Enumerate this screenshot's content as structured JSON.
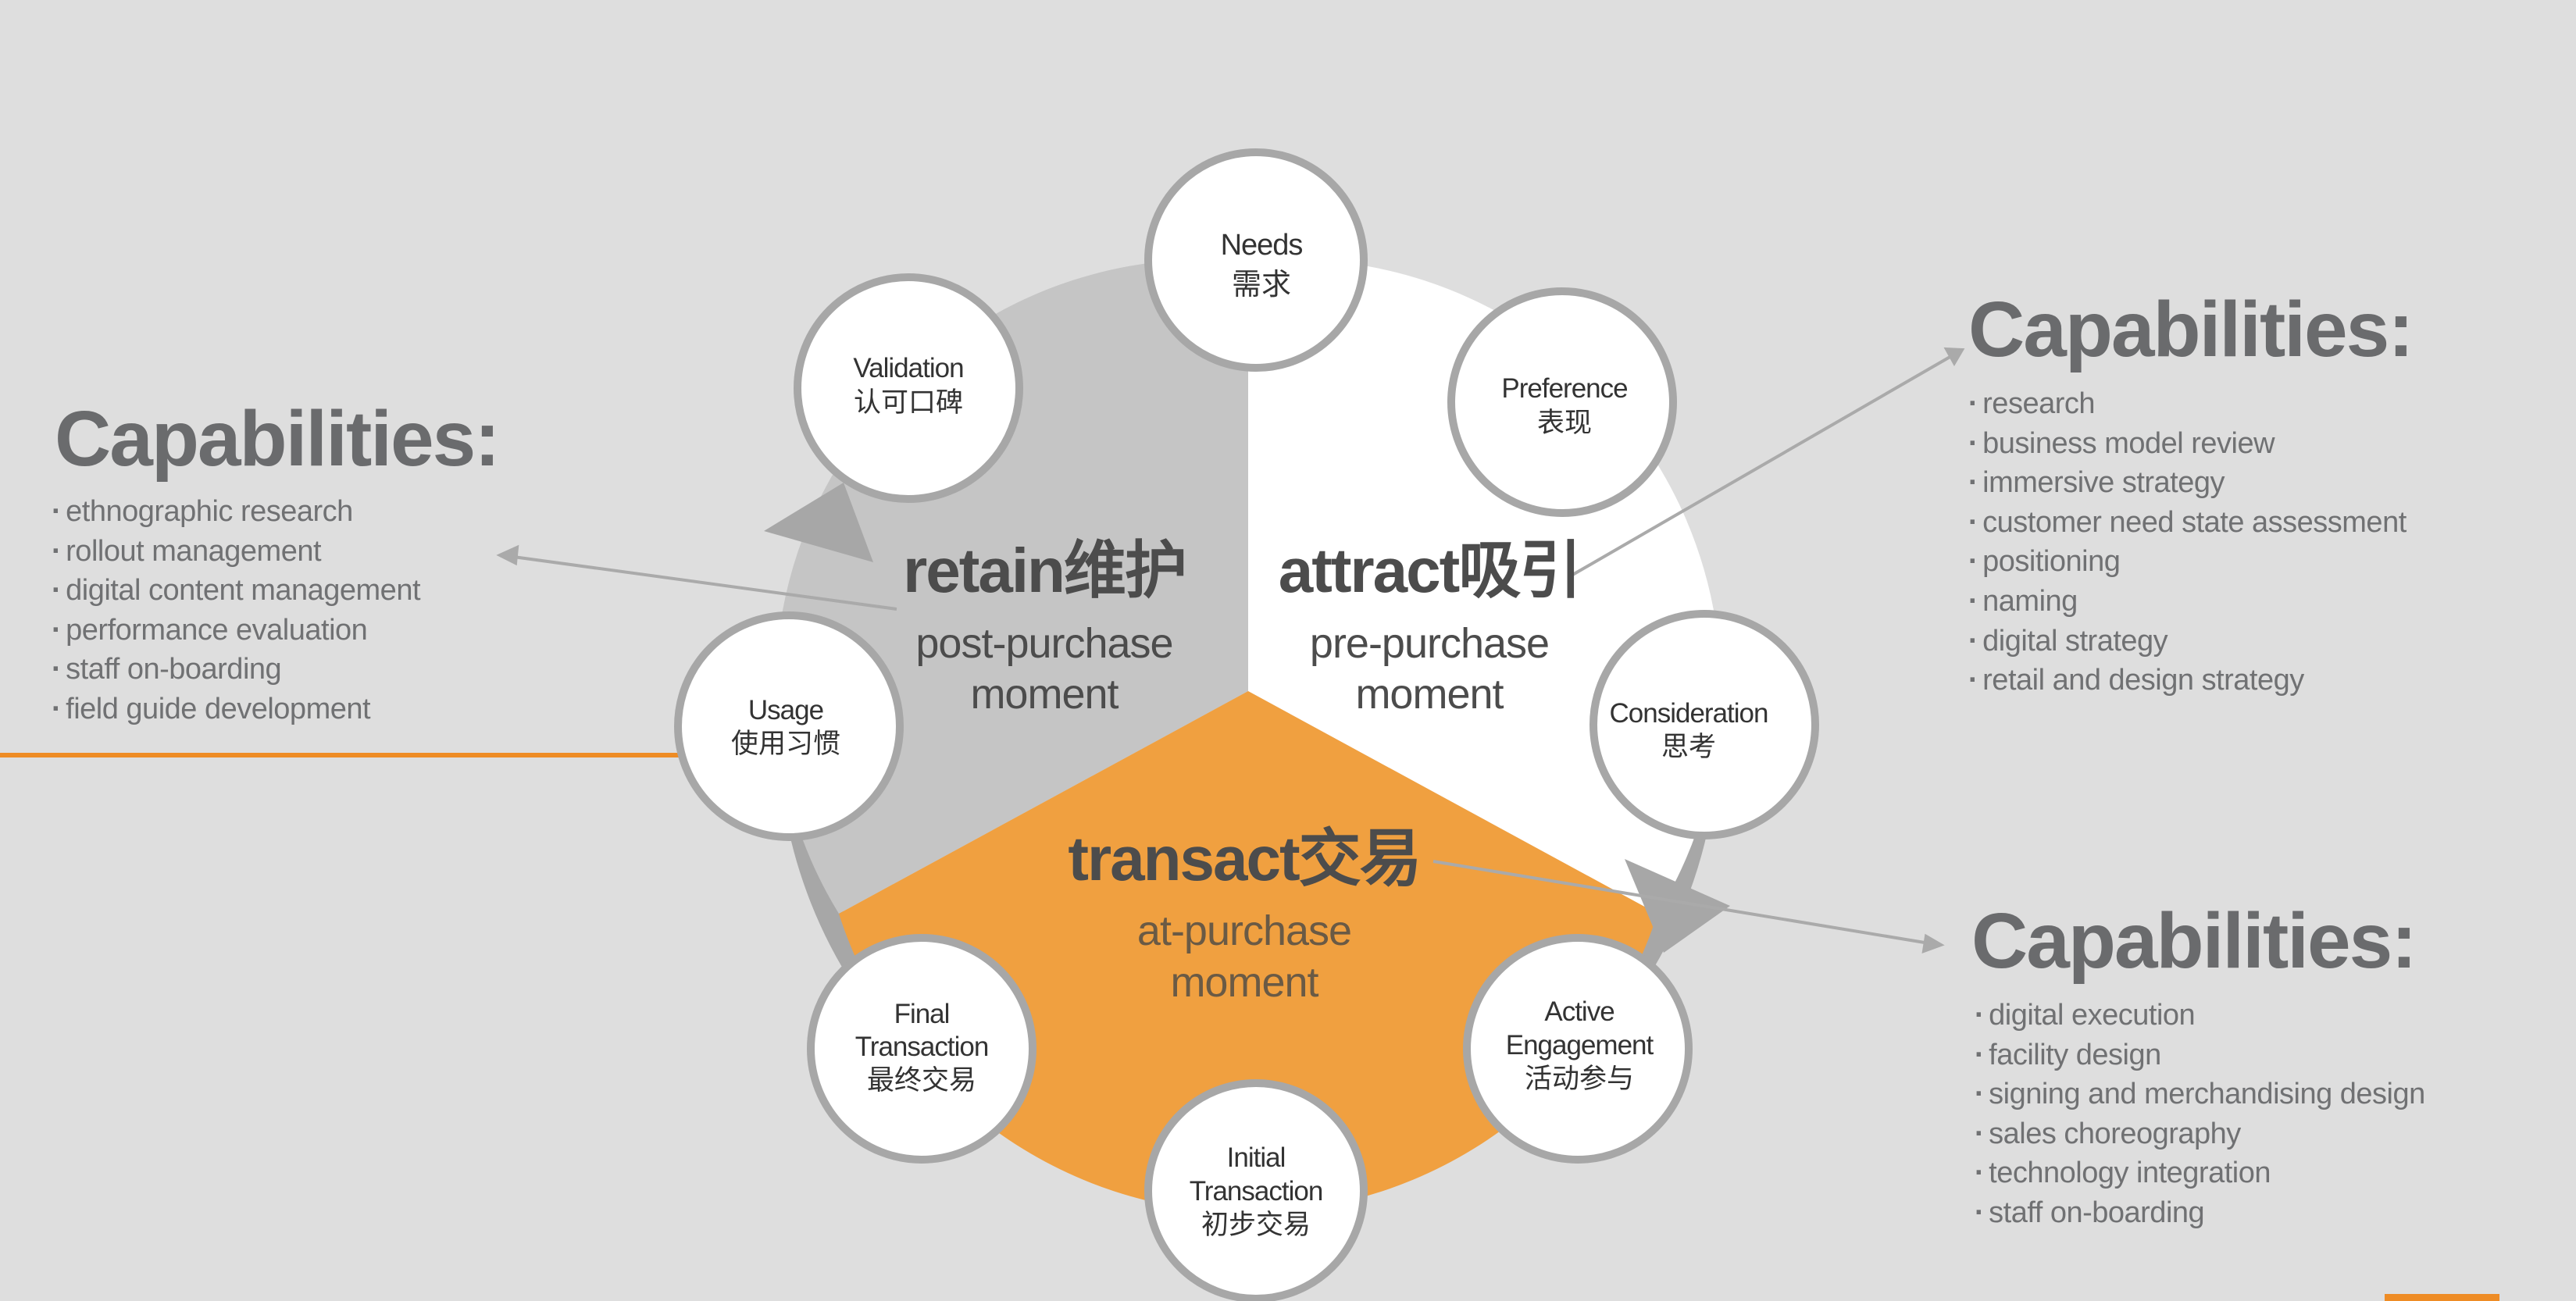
{
  "colors": {
    "background": "#dedede",
    "orange": "#f0a040",
    "gray_sector": "#c5c5c5",
    "white_sector": "#ffffff",
    "ring": "#a7a7a7",
    "text_dark": "#4c4c4c",
    "text_gray": "#6a6b6d",
    "accent_line": "#ee8c25"
  },
  "cycle": {
    "sectors": [
      {
        "id": "retain",
        "title": "retain维护",
        "subtitle": [
          "post-purchase",
          "moment"
        ]
      },
      {
        "id": "attract",
        "title": "attract吸引",
        "subtitle": [
          "pre-purchase",
          "moment"
        ]
      },
      {
        "id": "transact",
        "title": "transact交易",
        "subtitle": [
          "at-purchase",
          "moment"
        ]
      }
    ],
    "stages": [
      {
        "id": "needs",
        "lines": [
          "Needs",
          "需求"
        ]
      },
      {
        "id": "preference",
        "lines": [
          "Preference",
          "表现"
        ]
      },
      {
        "id": "consideration",
        "lines": [
          "Consideration",
          "思考"
        ]
      },
      {
        "id": "active-engagement",
        "lines": [
          "Active",
          "Engagement",
          "活动参与"
        ]
      },
      {
        "id": "initial-transaction",
        "lines": [
          "Initial",
          "Transaction",
          "初步交易"
        ]
      },
      {
        "id": "final-transaction",
        "lines": [
          "Final",
          "Transaction",
          "最终交易"
        ]
      },
      {
        "id": "usage",
        "lines": [
          "Usage",
          "使用习惯"
        ]
      },
      {
        "id": "validation",
        "lines": [
          "Validation",
          "认可口碑"
        ]
      }
    ]
  },
  "panels": {
    "left": {
      "title": "Capabilities:",
      "items": [
        "ethnographic research",
        "rollout management",
        "digital content management",
        "performance evaluation",
        "staff on-boarding",
        "field guide development"
      ]
    },
    "top_right": {
      "title": "Capabilities:",
      "items": [
        "research",
        "business model review",
        "immersive strategy",
        "customer need state assessment",
        "positioning",
        "naming",
        "digital strategy",
        "retail and design strategy"
      ]
    },
    "bottom_right": {
      "title": "Capabilities:",
      "items": [
        "digital execution",
        "facility design",
        "signing and merchandising design",
        "sales choreography",
        "technology integration",
        "staff on-boarding"
      ]
    }
  }
}
